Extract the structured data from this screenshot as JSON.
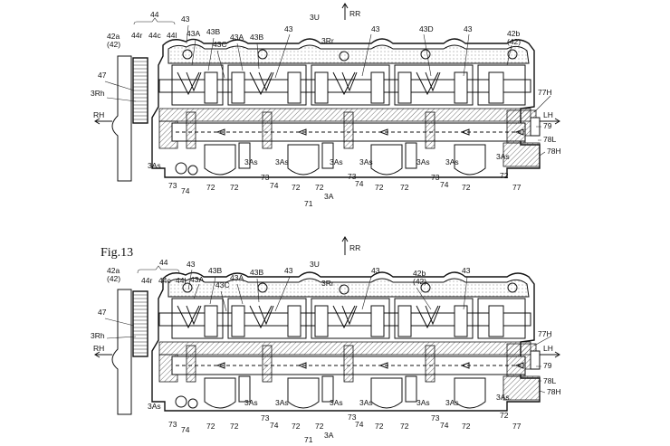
{
  "figure_caption": "Fig.13",
  "top": {
    "labels": {
      "l42a": "42a",
      "l42a_p": "(42)",
      "l44": "44",
      "l44r": "44r",
      "l44c": "44c",
      "l44l": "44l",
      "l43_1": "43",
      "l43A_1": "43A",
      "l43B_1": "43B",
      "l43C": "43C",
      "l43A_2": "43A",
      "l43B_2": "43B",
      "l43_2": "43",
      "l3U": "3U",
      "lRR": "RR",
      "l3Rr": "3Rr",
      "l43_3": "43",
      "l43D": "43D",
      "l43_4": "43",
      "l42b": "42b",
      "l42b_p": "(42)",
      "l47": "47",
      "l3Rh": "3Rh",
      "lRH": "RH",
      "l77H": "77H",
      "lLH": "LH",
      "l79": "79",
      "l78L": "78L",
      "l78H": "78H",
      "l3As_1": "3As",
      "l3As_2": "3As",
      "l3As_3": "3As",
      "l3As_4": "3As",
      "l3As_5": "3As",
      "l3As_6": "3As",
      "l3As_7": "3As",
      "l3As_8": "3As",
      "l73_1": "73",
      "l74_1": "74",
      "l72_1": "72",
      "l72_2": "72",
      "l73_2": "73",
      "l74_2": "74",
      "l72_3": "72",
      "l72_4": "72",
      "l3A": "3A",
      "l73_3": "73",
      "l74_3": "74",
      "l72_5": "72",
      "l72_6": "72",
      "l73_4": "73",
      "l74_4": "74",
      "l72_7": "72",
      "l72_8": "72",
      "l77": "77",
      "l71": "71"
    }
  },
  "bottom": {
    "labels": {
      "l42a": "42a",
      "l42a_p": "(42)",
      "l44": "44",
      "l44r": "44r",
      "l44c": "44c",
      "l44l": "44l",
      "l43_1": "43",
      "l43A_1": "43A",
      "l43B_1": "43B",
      "l43C": "43C",
      "l43A_2": "43A",
      "l43B_2": "43B",
      "l43_2": "43",
      "l3U": "3U",
      "lRR": "RR",
      "l3Rr": "3Rr",
      "l43_3": "43",
      "l42b": "42b",
      "l42b_p": "(42)",
      "l43_4": "43",
      "l47": "47",
      "l3Rh": "3Rh",
      "lRH": "RH",
      "l77H": "77H",
      "lLH": "LH",
      "l79": "79",
      "l78L": "78L",
      "l78H": "78H",
      "l3As_1": "3As",
      "l3As_2": "3As",
      "l3As_3": "3As",
      "l3As_4": "3As",
      "l3As_5": "3As",
      "l3As_6": "3As",
      "l3As_7": "3As",
      "l3As_8": "3As",
      "l73_1": "73",
      "l74_1": "74",
      "l72_1": "72",
      "l72_2": "72",
      "l73_2": "73",
      "l74_2": "74",
      "l72_3": "72",
      "l72_4": "72",
      "l3A": "3A",
      "l73_3": "73",
      "l74_3": "74",
      "l72_5": "72",
      "l72_6": "72",
      "l73_4": "73",
      "l74_4": "74",
      "l72_7": "72",
      "l72_8": "72",
      "l77": "77",
      "l71": "71"
    }
  }
}
